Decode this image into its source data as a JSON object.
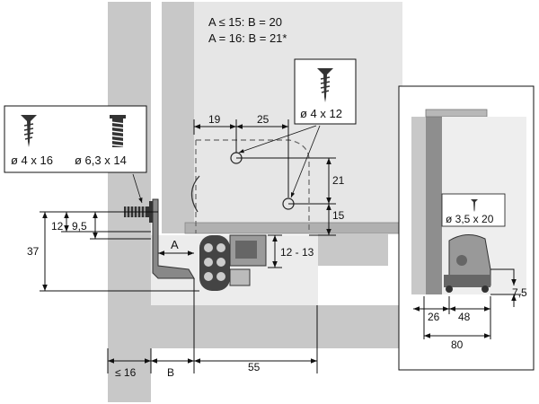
{
  "formula": {
    "line1": "A ≤ 15: B = 20",
    "line2": "A = 16: B = 21*"
  },
  "screws": {
    "left_a": "ø 4 x 16",
    "left_b": "ø 6,3 x 14",
    "top": "ø 4 x 12",
    "inset": "ø 3,5 x 20"
  },
  "dimensions": {
    "d19": "19",
    "d25": "25",
    "d21": "21",
    "d15": "15",
    "d12": "12",
    "d9_5": "9,5",
    "d37": "37",
    "d12_13": "12 - 13",
    "dA": "A",
    "d16": "≤ 16",
    "dB": "B",
    "d55": "55",
    "d26": "26",
    "d48": "48",
    "d7_5": "7,5",
    "d80": "80"
  },
  "colors": {
    "panel": "#c8c8c8",
    "panel_light": "#e3e3e3",
    "line": "#111111"
  }
}
